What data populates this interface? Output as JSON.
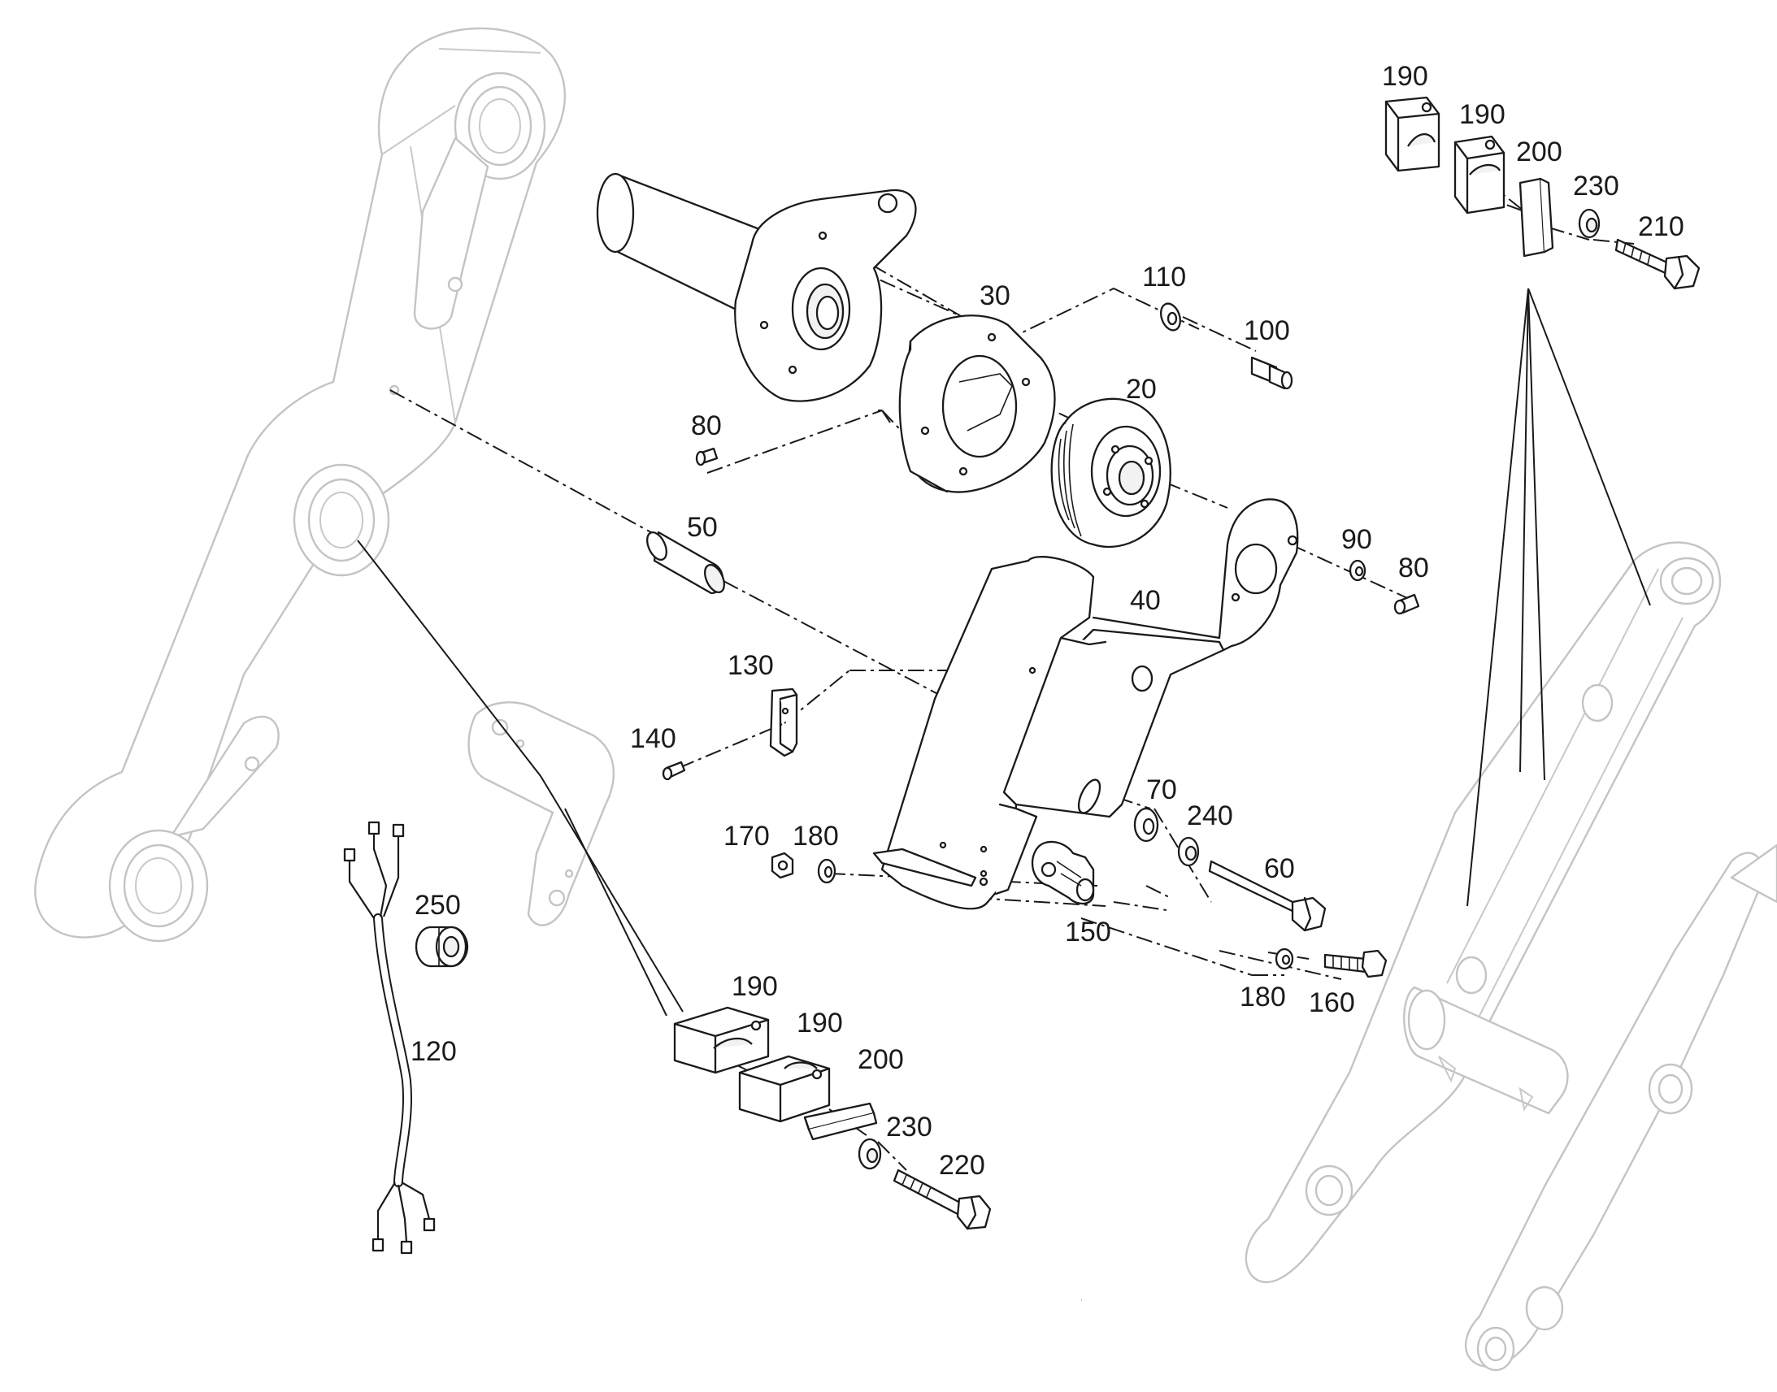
{
  "diagram": {
    "callouts": [
      {
        "id": "c-190-tr-a",
        "text": "190"
      },
      {
        "id": "c-190-tr-b",
        "text": "190"
      },
      {
        "id": "c-200-tr",
        "text": "200"
      },
      {
        "id": "c-230-tr",
        "text": "230"
      },
      {
        "id": "c-210",
        "text": "210"
      },
      {
        "id": "c-30",
        "text": "30"
      },
      {
        "id": "c-110",
        "text": "110"
      },
      {
        "id": "c-100",
        "text": "100"
      },
      {
        "id": "c-20",
        "text": "20"
      },
      {
        "id": "c-80-a",
        "text": "80"
      },
      {
        "id": "c-50",
        "text": "50"
      },
      {
        "id": "c-40",
        "text": "40"
      },
      {
        "id": "c-90",
        "text": "90"
      },
      {
        "id": "c-80-b",
        "text": "80"
      },
      {
        "id": "c-130",
        "text": "130"
      },
      {
        "id": "c-140",
        "text": "140"
      },
      {
        "id": "c-70",
        "text": "70"
      },
      {
        "id": "c-240",
        "text": "240"
      },
      {
        "id": "c-170",
        "text": "170"
      },
      {
        "id": "c-180-a",
        "text": "180"
      },
      {
        "id": "c-60",
        "text": "60"
      },
      {
        "id": "c-250",
        "text": "250"
      },
      {
        "id": "c-150",
        "text": "150"
      },
      {
        "id": "c-190-bl-a",
        "text": "190"
      },
      {
        "id": "c-190-bl-b",
        "text": "190"
      },
      {
        "id": "c-180-b",
        "text": "180"
      },
      {
        "id": "c-160",
        "text": "160"
      },
      {
        "id": "c-120",
        "text": "120"
      },
      {
        "id": "c-200-bl",
        "text": "200"
      },
      {
        "id": "c-230-bl",
        "text": "230"
      },
      {
        "id": "c-220",
        "text": "220"
      }
    ]
  }
}
